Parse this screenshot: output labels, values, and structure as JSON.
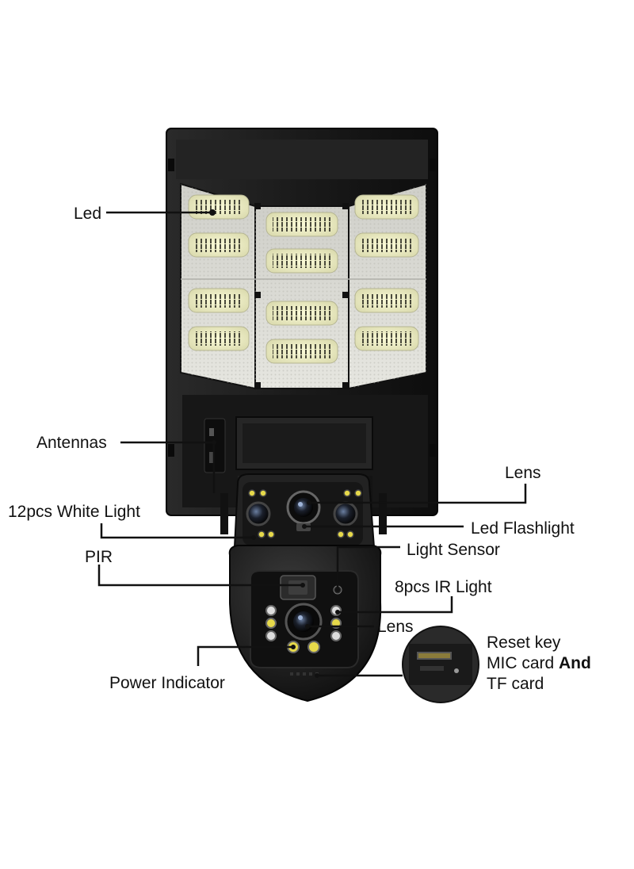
{
  "labels": {
    "led": "Led",
    "antennas": "Antennas",
    "lens_top": "Lens",
    "white_light": "12pcs White Light",
    "led_flashlight": "Led Flashlight",
    "pir": "PIR",
    "light_sensor": "Light Sensor",
    "ir_light": "8pcs IR Light",
    "lens_bottom": "Lens",
    "reset_line1": "Reset key",
    "reset_line2a": "MIC card ",
    "reset_line2b": "And",
    "reset_line3": "TF card",
    "power_indicator": "Power Indicator"
  },
  "colors": {
    "housing": "#1c1c1c",
    "housing_edge": "#0a0a0a",
    "led_panel": "#d9d9d4",
    "led_glow": "#f6f7c9",
    "led_chip": "#3a3a32",
    "callout_line": "#111111",
    "yellow_ring": "#e6d94a"
  }
}
